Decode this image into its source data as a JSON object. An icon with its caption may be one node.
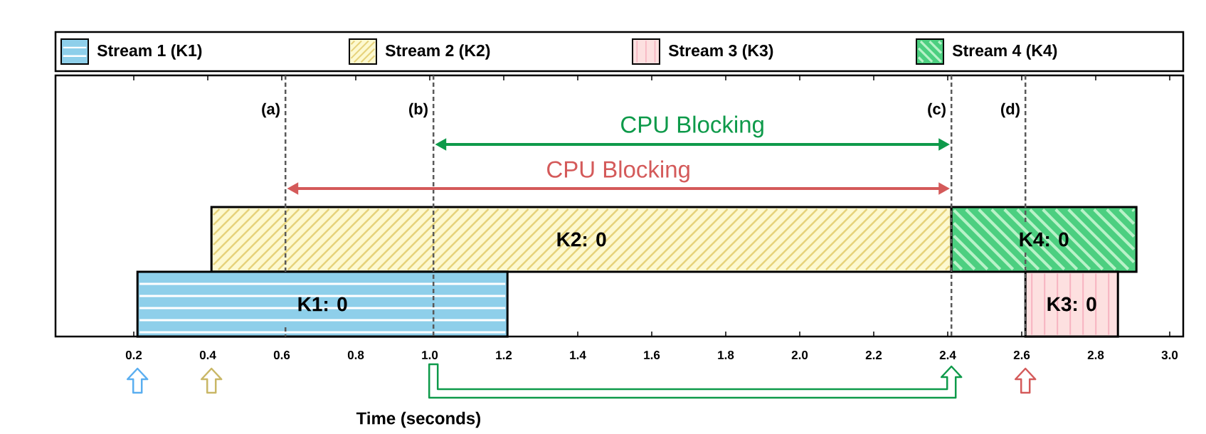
{
  "diagram": {
    "nodes": [
      {
        "text": [
          "K2: 0"
        ]
      },
      {
        "text": [
          "K4: 0"
        ]
      },
      {
        "text": [
          "K1: 0"
        ]
      },
      {
        "text": [
          "K3: 0"
        ]
      }
    ],
    "labels": [
      "(a)",
      "(b)",
      "(c)",
      "(d)",
      "CPU Blocking",
      "CPU Blocking",
      "0.2",
      "0.4",
      "0.6",
      "0.8",
      "1.0",
      "1.2",
      "1.4",
      "1.6",
      "1.8",
      "2.0",
      "2.2",
      "2.4",
      "2.6",
      "2.8",
      "3.0",
      "Time (seconds)"
    ],
    "legend": [
      {
        "text": "Stream 1 (K1)",
        "color": "#8ecfea"
      },
      {
        "text": "Stream 2 (K2)",
        "color": "#fdf9d0"
      },
      {
        "text": "Stream 3 (K3)",
        "color": "#fde0e0"
      },
      {
        "text": "Stream 4 (K4)",
        "color": "#4ccf80"
      }
    ]
  }
}
